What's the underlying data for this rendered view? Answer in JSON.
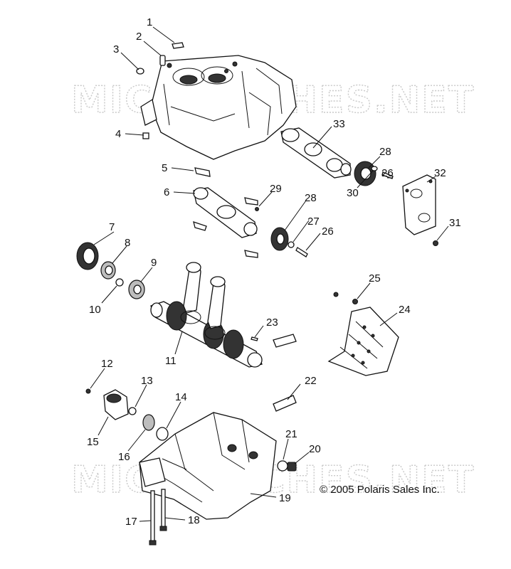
{
  "diagram": {
    "watermark_text": "MICROFICHES.NET",
    "copyright": "© 2005 Polaris Sales Inc.",
    "callouts": [
      {
        "id": "1",
        "label": "1"
      },
      {
        "id": "2",
        "label": "2"
      },
      {
        "id": "3",
        "label": "3"
      },
      {
        "id": "4",
        "label": "4"
      },
      {
        "id": "5",
        "label": "5"
      },
      {
        "id": "6",
        "label": "6"
      },
      {
        "id": "7",
        "label": "7"
      },
      {
        "id": "8",
        "label": "8"
      },
      {
        "id": "9",
        "label": "9"
      },
      {
        "id": "10",
        "label": "10"
      },
      {
        "id": "11",
        "label": "11"
      },
      {
        "id": "12",
        "label": "12"
      },
      {
        "id": "13",
        "label": "13"
      },
      {
        "id": "14",
        "label": "14"
      },
      {
        "id": "15",
        "label": "15"
      },
      {
        "id": "16",
        "label": "16"
      },
      {
        "id": "17",
        "label": "17"
      },
      {
        "id": "18",
        "label": "18"
      },
      {
        "id": "19",
        "label": "19"
      },
      {
        "id": "20",
        "label": "20"
      },
      {
        "id": "21",
        "label": "21"
      },
      {
        "id": "22",
        "label": "22"
      },
      {
        "id": "23",
        "label": "23"
      },
      {
        "id": "24",
        "label": "24"
      },
      {
        "id": "25",
        "label": "25"
      },
      {
        "id": "26a",
        "label": "26"
      },
      {
        "id": "26b",
        "label": "26"
      },
      {
        "id": "27",
        "label": "27"
      },
      {
        "id": "28a",
        "label": "28"
      },
      {
        "id": "28b",
        "label": "28"
      },
      {
        "id": "29",
        "label": "29"
      },
      {
        "id": "30",
        "label": "30"
      },
      {
        "id": "31",
        "label": "31"
      },
      {
        "id": "32",
        "label": "32"
      },
      {
        "id": "33",
        "label": "33"
      }
    ]
  }
}
